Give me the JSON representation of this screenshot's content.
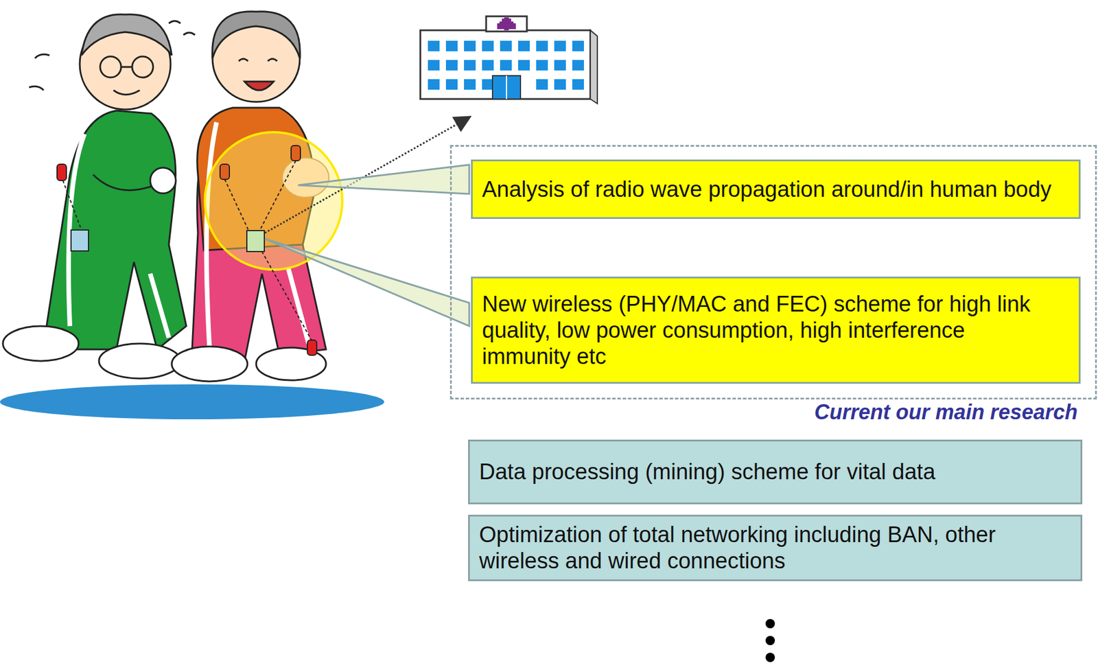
{
  "diagram": {
    "nodes": [
      {
        "text": [
          "Current our main research"
        ]
      },
      {
        "text": [
          "Analysis of radio wave propagation around/in human body"
        ],
        "in": 0
      },
      {
        "text": [
          "New wireless (PHY/MAC and FEC) scheme for high link quality, low power consumption, high interference immunity etc"
        ],
        "in": 0
      },
      {
        "text": [
          "Data processing (mining) scheme for vital data"
        ]
      },
      {
        "text": [
          "Optimization of total networking including BAN, other wireless and wired connections"
        ]
      }
    ]
  }
}
